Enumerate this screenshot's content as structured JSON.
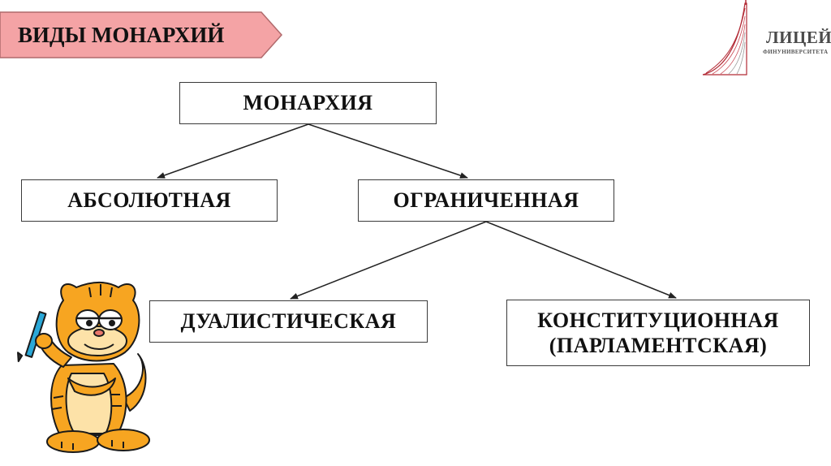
{
  "title": {
    "text": "ВИДЫ МОНАРХИЙ",
    "banner_color": "#f4a3a5"
  },
  "logo": {
    "name": "ЛИЦЕЙ",
    "subtitle": "ФИНУНИВЕРСИТЕТА",
    "accent_color": "#b22a35"
  },
  "diagram": {
    "root": "МОНАРХИЯ",
    "level1": [
      "АБСОЛЮТНАЯ",
      "ОГРАНИЧЕННАЯ"
    ],
    "level2": [
      "ДУАЛИСТИЧЕСКАЯ",
      "КОНСТИТУЦИОННАЯ\n(ПАРЛАМЕНТСКАЯ)"
    ],
    "edges": [
      [
        "МОНАРХИЯ",
        "АБСОЛЮТНАЯ"
      ],
      [
        "МОНАРХИЯ",
        "ОГРАНИЧЕННАЯ"
      ],
      [
        "ОГРАНИЧЕННАЯ",
        "ДУАЛИСТИЧЕСКАЯ"
      ],
      [
        "ОГРАНИЧЕННАЯ",
        "КОНСТИТУЦИОННАЯ\n(ПАРЛАМЕНТСКАЯ)"
      ]
    ]
  },
  "illustration": {
    "icon": "cartoon-cat-with-pencil-icon"
  }
}
